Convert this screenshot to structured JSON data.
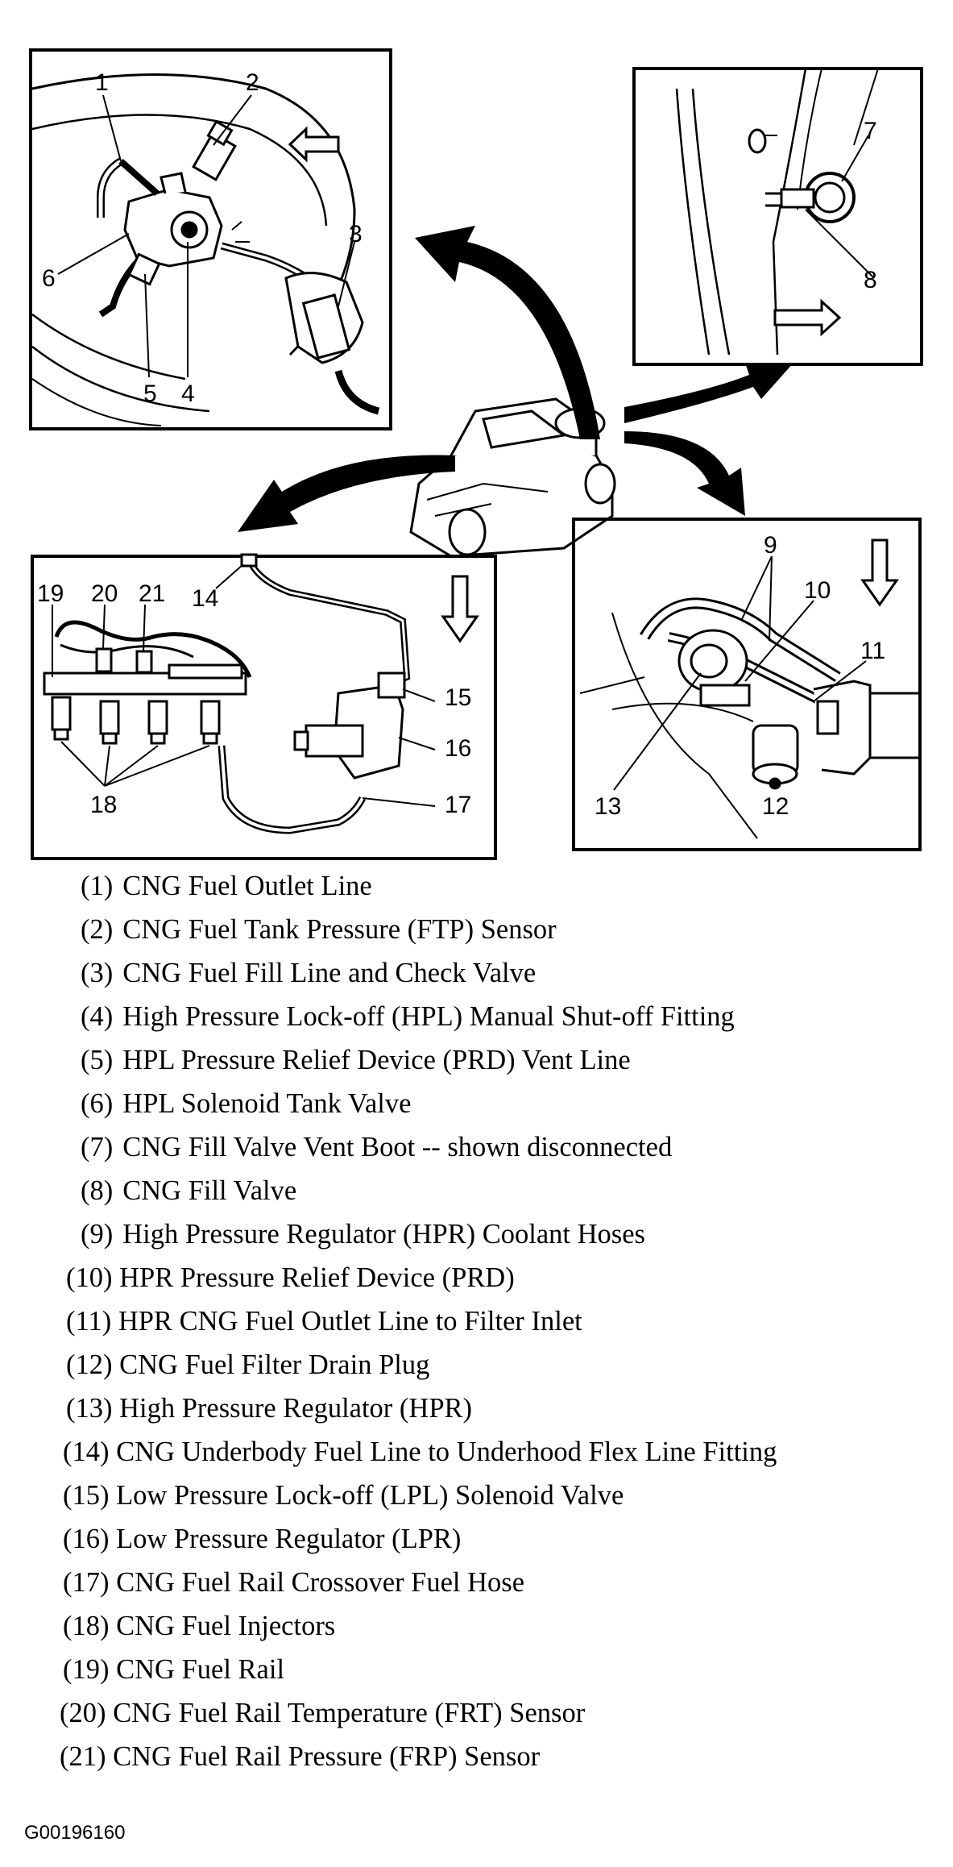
{
  "callouts": [
    "1",
    "2",
    "3",
    "4",
    "5",
    "6",
    "7",
    "8",
    "9",
    "10",
    "11",
    "12",
    "13",
    "14",
    "15",
    "16",
    "17",
    "18",
    "19",
    "20",
    "21"
  ],
  "legend": [
    {
      "num": "(1)",
      "label": "CNG Fuel Outlet Line"
    },
    {
      "num": "(2)",
      "label": "CNG Fuel Tank Pressure (FTP) Sensor"
    },
    {
      "num": "(3)",
      "label": "CNG Fuel Fill Line and Check Valve"
    },
    {
      "num": "(4)",
      "label": "High Pressure Lock-off (HPL) Manual Shut-off Fitting"
    },
    {
      "num": "(5)",
      "label": "HPL Pressure Relief Device (PRD) Vent Line"
    },
    {
      "num": "(6)",
      "label": "HPL Solenoid Tank Valve"
    },
    {
      "num": "(7)",
      "label": "CNG Fill Valve Vent Boot -- shown disconnected"
    },
    {
      "num": "(8)",
      "label": "CNG Fill Valve"
    },
    {
      "num": "(9)",
      "label": "High Pressure Regulator (HPR) Coolant Hoses"
    },
    {
      "num": "(10)",
      "label": "HPR Pressure Relief Device (PRD)"
    },
    {
      "num": "(11)",
      "label": "HPR CNG Fuel Outlet Line to Filter Inlet"
    },
    {
      "num": "(12)",
      "label": "CNG Fuel Filter Drain Plug"
    },
    {
      "num": "(13)",
      "label": "High Pressure Regulator (HPR)"
    },
    {
      "num": "(14)",
      "label": "CNG Underbody Fuel Line to Underhood Flex Line Fitting"
    },
    {
      "num": "(15)",
      "label": "Low Pressure Lock-off (LPL) Solenoid Valve"
    },
    {
      "num": "(16)",
      "label": "Low Pressure Regulator (LPR)"
    },
    {
      "num": "(17)",
      "label": "CNG Fuel Rail Crossover Fuel Hose"
    },
    {
      "num": "(18)",
      "label": "CNG Fuel Injectors"
    },
    {
      "num": "(19)",
      "label": "CNG Fuel Rail"
    },
    {
      "num": "(20)",
      "label": "CNG Fuel Rail Temperature (FRT) Sensor"
    },
    {
      "num": "(21)",
      "label": "CNG Fuel Rail Pressure (FRP) Sensor"
    }
  ],
  "figure_code": "G00196160"
}
